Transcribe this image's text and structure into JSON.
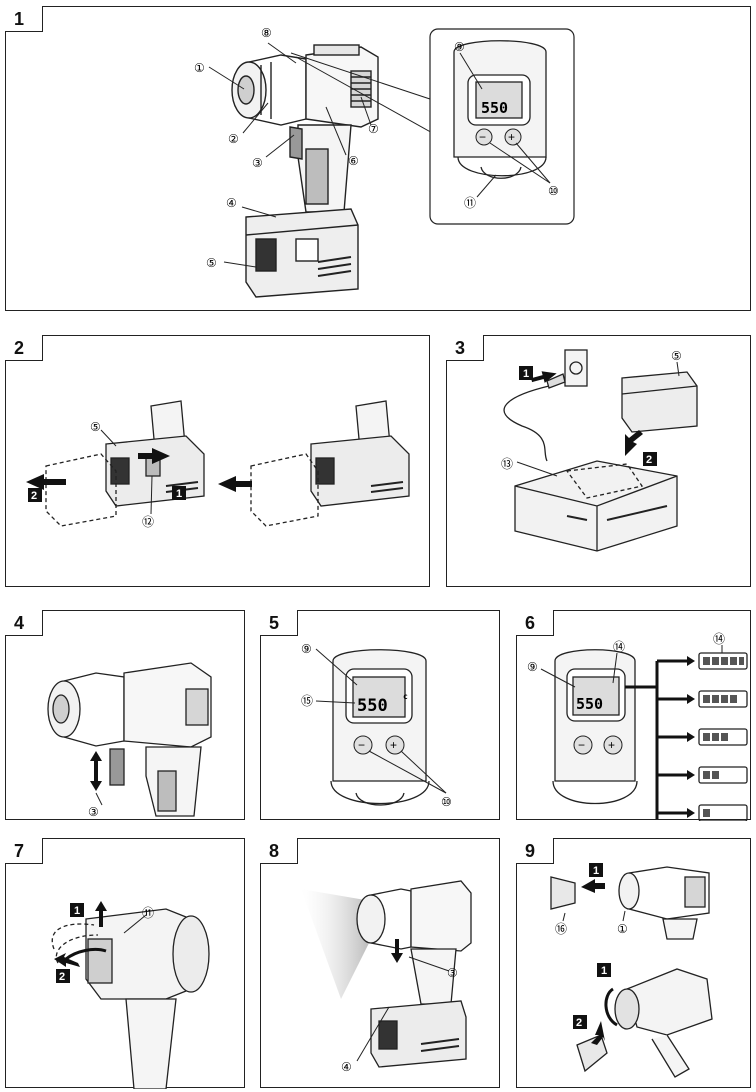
{
  "figures": [
    {
      "id": "1",
      "label": "1"
    },
    {
      "id": "2",
      "label": "2"
    },
    {
      "id": "3",
      "label": "3"
    },
    {
      "id": "4",
      "label": "4"
    },
    {
      "id": "5",
      "label": "5"
    },
    {
      "id": "6",
      "label": "6"
    },
    {
      "id": "7",
      "label": "7"
    },
    {
      "id": "8",
      "label": "8"
    },
    {
      "id": "9",
      "label": "9"
    }
  ],
  "callouts": {
    "c1": "①",
    "c2": "②",
    "c3": "③",
    "c4": "④",
    "c5": "⑤",
    "c6": "⑥",
    "c7": "⑦",
    "c8": "⑧",
    "c9": "⑨",
    "c10": "⑩",
    "c11": "⑪",
    "c12": "⑫",
    "c13": "⑬",
    "c14": "⑭",
    "c15": "⑮",
    "c16": "⑯"
  },
  "steps": {
    "s1": "1",
    "s2": "2"
  },
  "display": {
    "temperature": "550",
    "unit": "c",
    "minus": "−",
    "plus": "+"
  },
  "colors": {
    "line": "#222222",
    "fill_light": "#e6e6e6",
    "fill_mid": "#9a9a9a",
    "fill_dark": "#333333",
    "step_box": "#111111",
    "hot_air": "#c8c8c8"
  }
}
